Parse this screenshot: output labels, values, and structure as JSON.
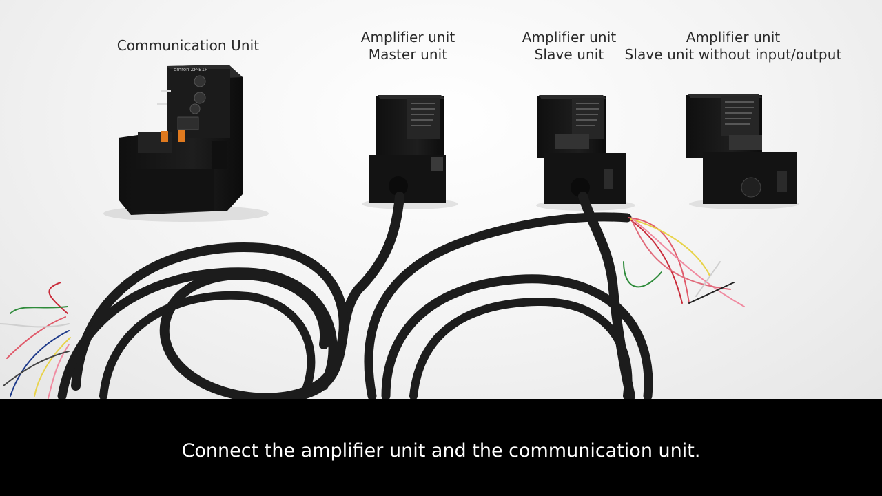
{
  "labels": {
    "communication_unit": "Communication Unit",
    "master": {
      "line1": "Amplifier unit",
      "line2": "Master unit"
    },
    "slave": {
      "line1": "Amplifier unit",
      "line2": "Slave unit"
    },
    "slave_no_io": {
      "line1": "Amplifier unit",
      "line2": "Slave unit without input/output"
    }
  },
  "device_text": {
    "brand_model": "omron ZP-E1P"
  },
  "caption": "Connect the amplifier unit and the communication unit.",
  "colors": {
    "background": "#f3f3f3",
    "device_body": "#161616",
    "cable": "#1c1c1c",
    "connector_accent": "#e07a1f",
    "caption_bar": "#000000",
    "caption_text": "#ffffff"
  }
}
